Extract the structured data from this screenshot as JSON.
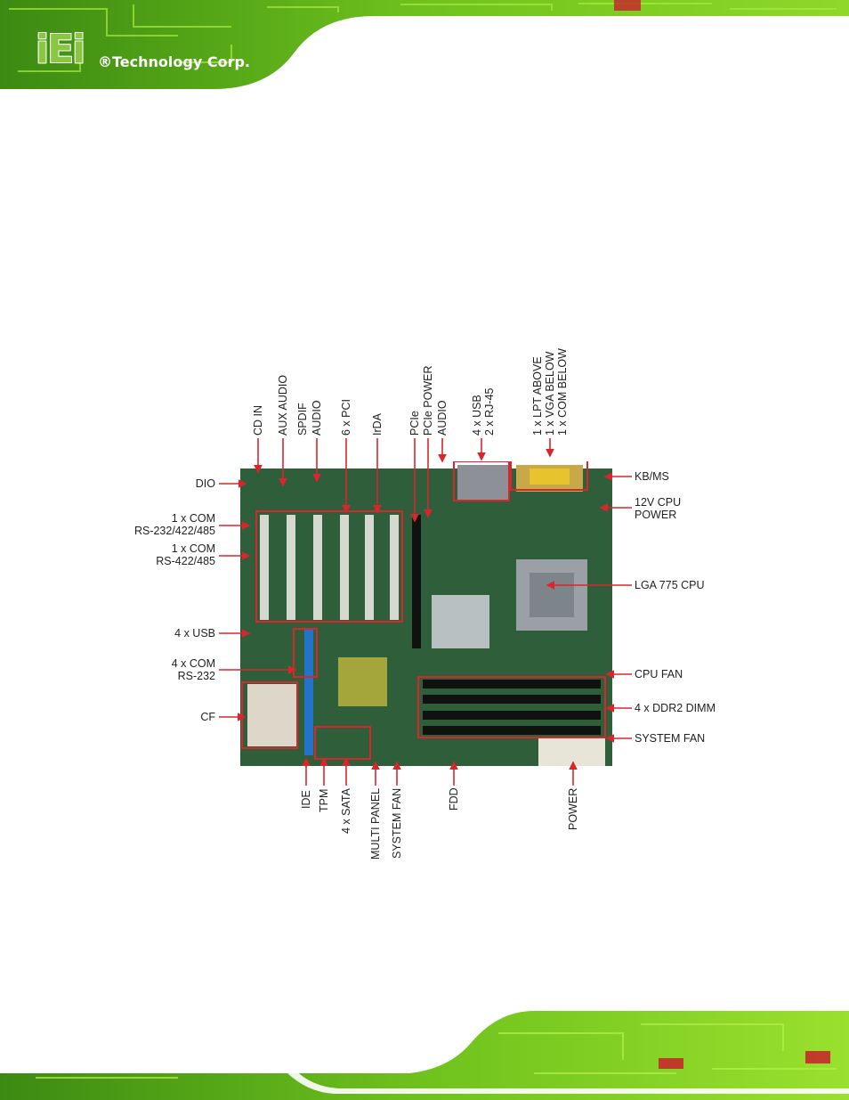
{
  "header": {
    "logo_mark": "iEi",
    "logo_text": "®Technology Corp."
  },
  "figure": {
    "labels_left": {
      "dio": "DIO",
      "com1_line1": "1 x COM",
      "com1_line2": "RS-232/422/485",
      "com2_line1": "1 x COM",
      "com2_line2": "RS-422/485",
      "usb": "4 x USB",
      "com4_line1": "4 x COM",
      "com4_line2": "RS-232",
      "cf": "CF"
    },
    "labels_right": {
      "kbms": "KB/MS",
      "cpu_power_line1": "12V CPU",
      "cpu_power_line2": "POWER",
      "lga": "LGA 775 CPU",
      "cpu_fan": "CPU FAN",
      "dimm": "4 x DDR2 DIMM",
      "system_fan": "SYSTEM FAN"
    },
    "labels_top": {
      "cd_in": "CD IN",
      "aux_audio": "AUX AUDIO",
      "spdif": "SPDIF",
      "audio": "AUDIO",
      "pci": "6 x PCI",
      "irda": "IrDA",
      "pcie": "PCIe",
      "pcie_power": "PCIe POWER",
      "audio2": "AUDIO",
      "usb_line1": "4 x USB",
      "usb_line2": "2 x RJ-45",
      "lpt_line1": "1 x LPT ABOVE",
      "lpt_line2": "1 x VGA BELOW",
      "lpt_line3": "1 x COM BELOW"
    },
    "labels_bottom": {
      "ide": "IDE",
      "tpm": "TPM",
      "sata": "4 x SATA",
      "multi_panel": "MULTI PANEL",
      "system_fan": "SYSTEM FAN",
      "fdd": "FDD",
      "power": "POWER"
    },
    "colors": {
      "accent": "#d9262c",
      "board": "#2e5e3a",
      "header_green": "#6fbf1f"
    }
  }
}
